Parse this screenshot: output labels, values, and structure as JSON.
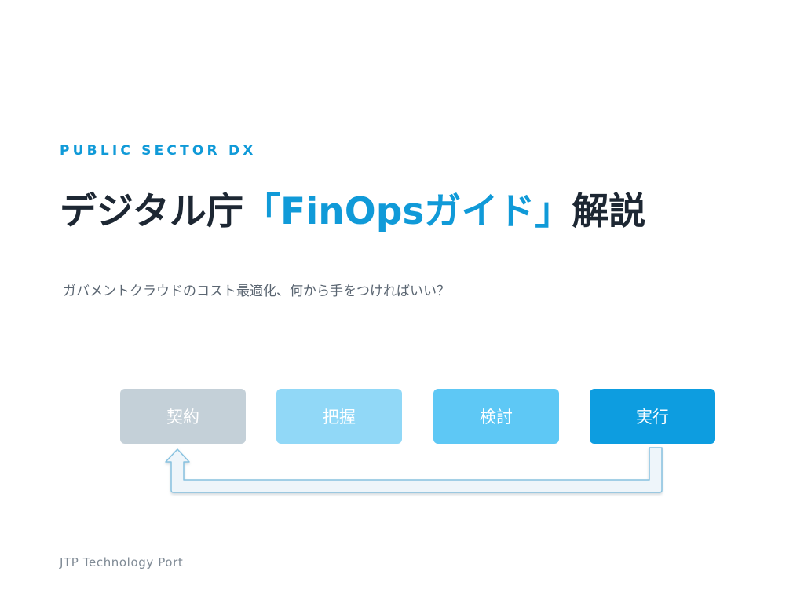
{
  "header": {
    "eyebrow": "PUBLIC SECTOR DX",
    "title_prefix": "デジタル庁",
    "title_accent": "「FinOpsガイド」",
    "title_suffix": "解説",
    "subtitle": "ガバメントクラウドのコスト最適化、何から手をつければいい？"
  },
  "steps": [
    {
      "label": "契約",
      "color": "#c4d0d8"
    },
    {
      "label": "把握",
      "color": "#91d8f7"
    },
    {
      "label": "検討",
      "color": "#5ec8f5"
    },
    {
      "label": "実行",
      "color": "#0d9de0"
    }
  ],
  "colors": {
    "accent": "#109ad8",
    "title": "#1d2733",
    "loop_fill": "#eef5fa",
    "loop_stroke": "#87c2e0"
  },
  "footer": {
    "brand": "JTP Technology Port"
  }
}
